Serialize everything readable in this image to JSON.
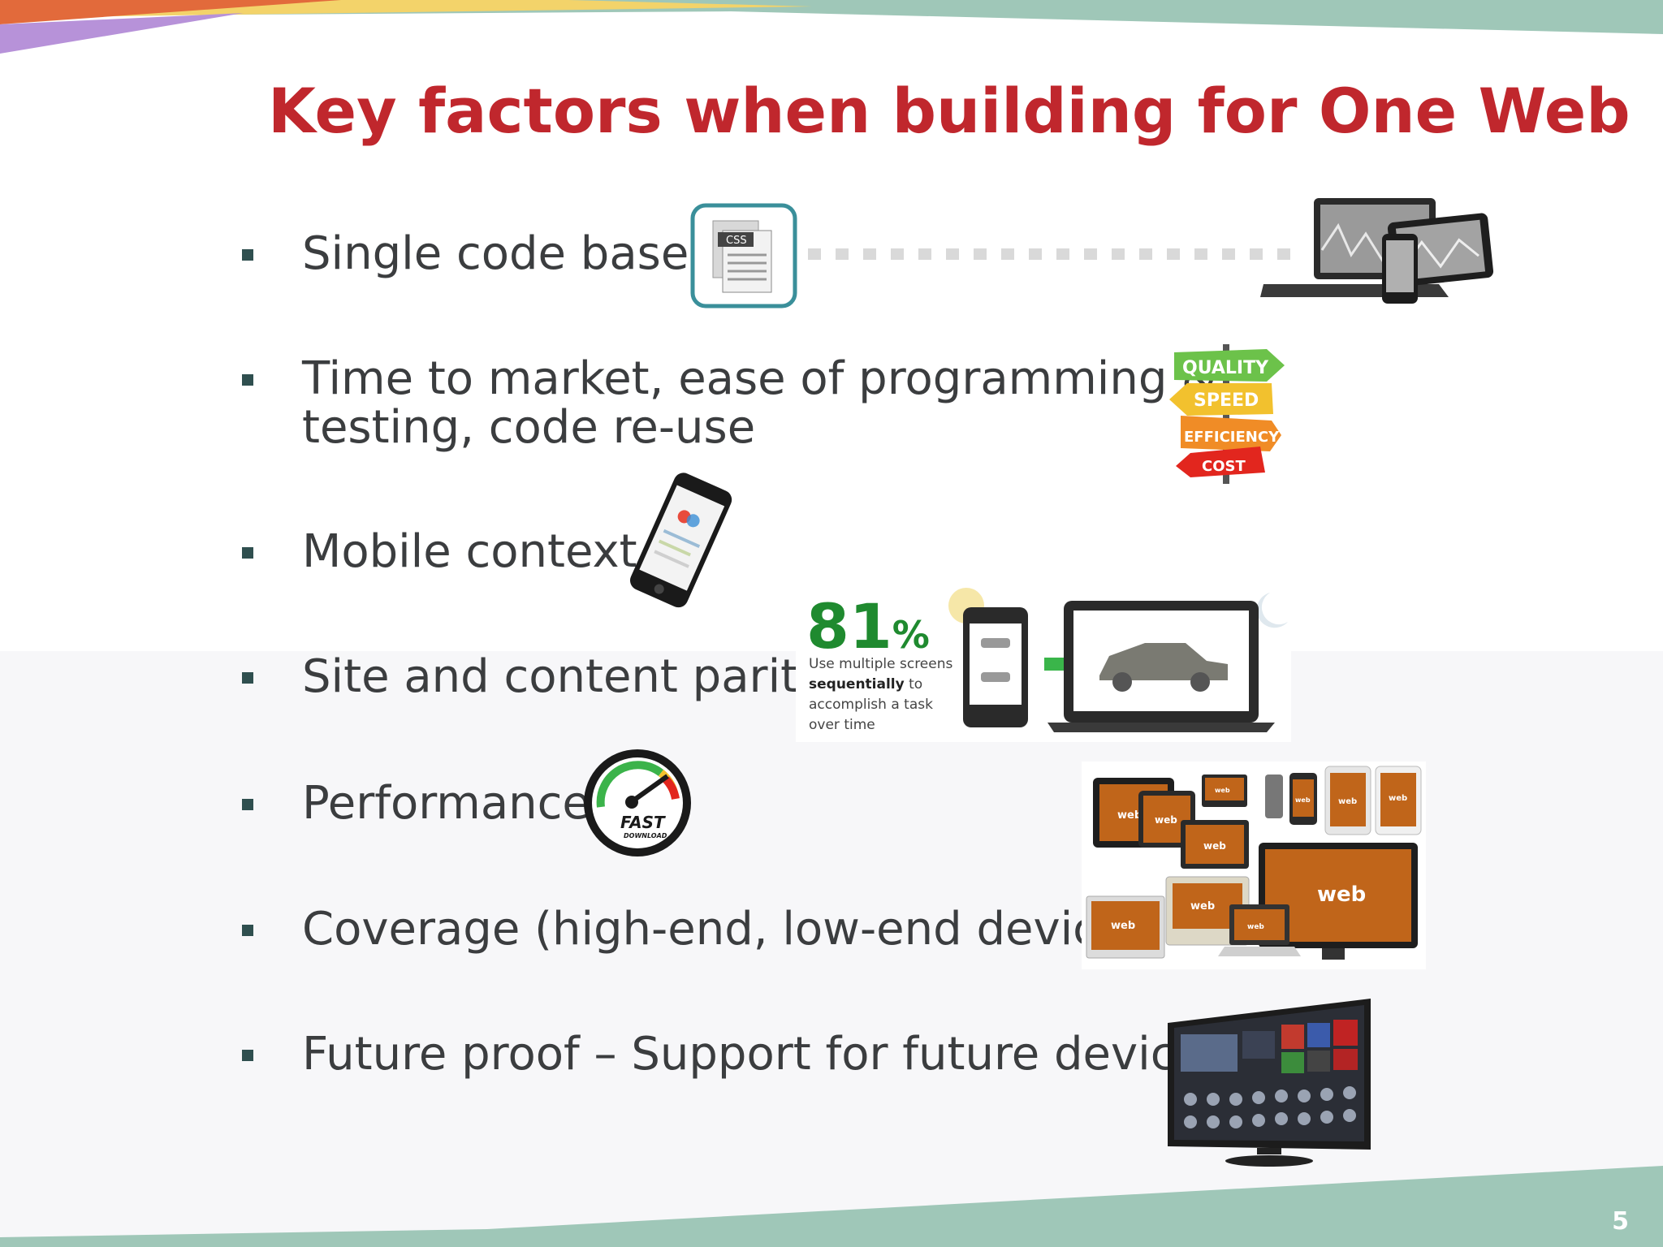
{
  "slide": {
    "title": "Key factors when building for One Web",
    "page_number": "5",
    "colors": {
      "title": "#c0272d",
      "text": "#3b3d3f",
      "accent_teal": "#8fbfae",
      "bullet": "#2f4f4f"
    }
  },
  "bullets": [
    {
      "text": "Single code base",
      "icon": "code-document-to-devices-image"
    },
    {
      "line1": "Time to market, ease of programming &",
      "line2": "testing, code re-use",
      "icon": "direction-sign-image"
    },
    {
      "text": "Mobile context",
      "icon": "smartphone-image"
    },
    {
      "text": "Site and content parity",
      "icon": "multi-screen-stat-image"
    },
    {
      "text": "Performance",
      "icon": "speedometer-icon"
    },
    {
      "text": "Coverage (high-end, low-end devices)",
      "icon": "device-collection-image"
    },
    {
      "text": "Future proof – Support for future devices",
      "icon": "smart-tv-image"
    }
  ],
  "images": {
    "code_doc": {
      "label": "CSS"
    },
    "signpost": {
      "labels": [
        "QUALITY",
        "SPEED",
        "EFFICIENCY",
        "COST"
      ]
    },
    "multi_screen": {
      "stat_number": "81",
      "stat_percent": "%",
      "stat_line1": "Use multiple screens",
      "stat_line2_bold": "sequentially",
      "stat_line2_rest": " to",
      "stat_line3": "accomplish a task",
      "stat_line4": "over time"
    },
    "speedometer": {
      "line1": "FAST",
      "line2": "DOWNLOAD"
    },
    "devices": {
      "screen_label": "web"
    }
  }
}
